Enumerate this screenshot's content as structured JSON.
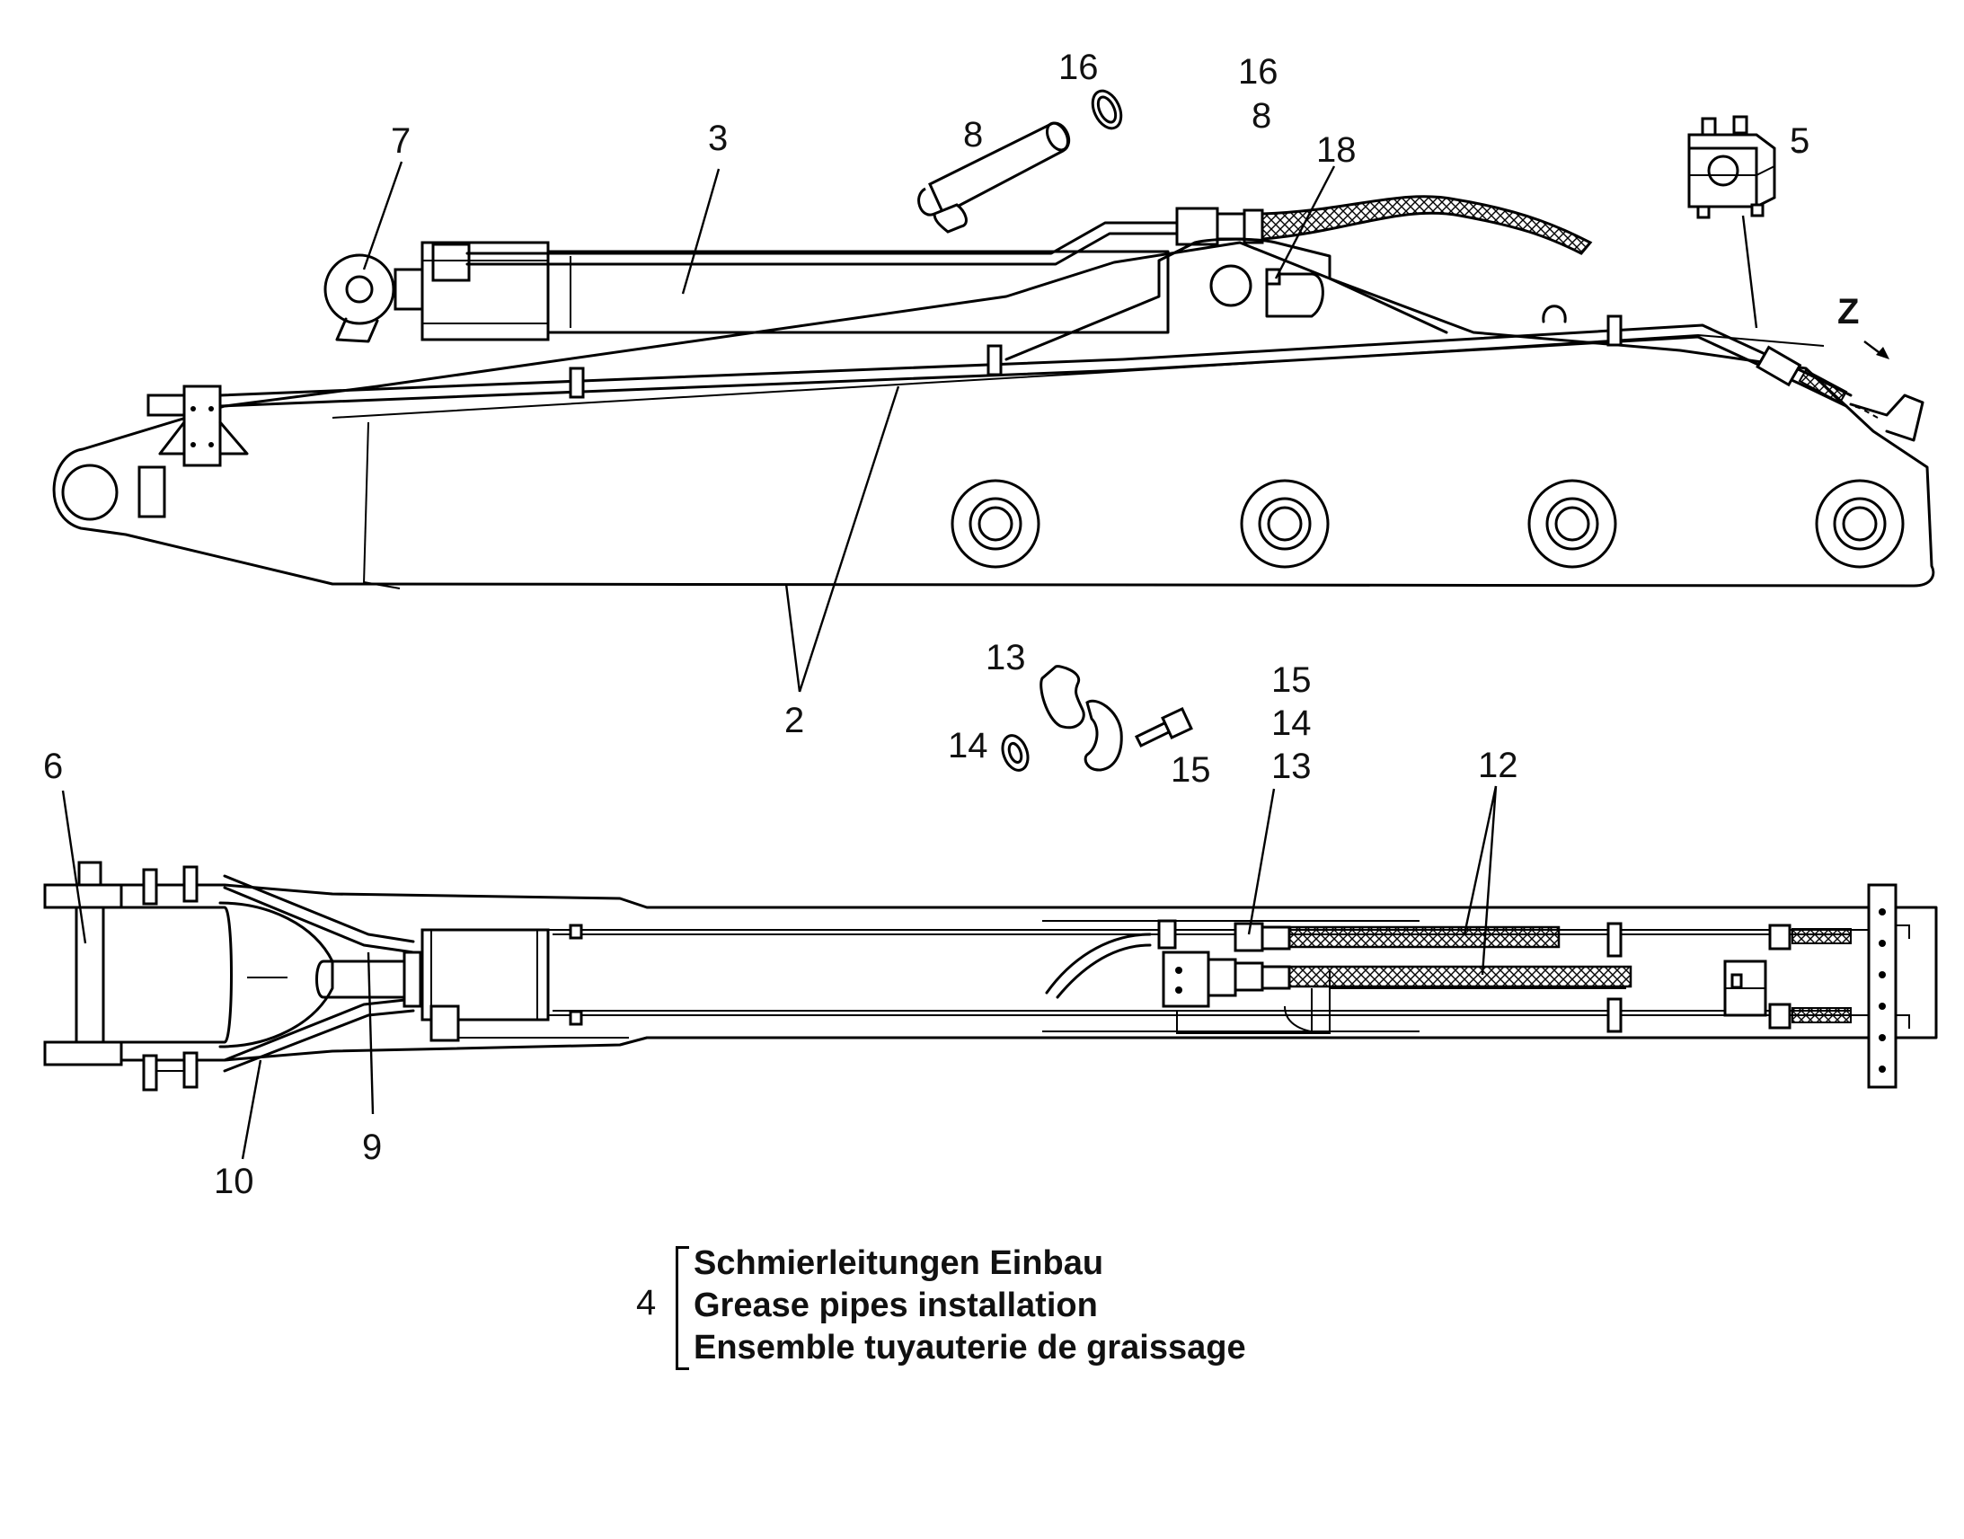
{
  "callouts": {
    "c16a": "16",
    "c16b": "16",
    "c8a": "8",
    "c8b": "8",
    "c7": "7",
    "c3": "3",
    "c18": "18",
    "c5": "5",
    "z_view": "Z",
    "c2": "2",
    "c13a": "13",
    "c14a": "14",
    "c15a": "15",
    "c15b": "15",
    "c14b": "14",
    "c13b": "13",
    "c12": "12",
    "c6": "6",
    "c9": "9",
    "c10": "10"
  },
  "legend": {
    "item_number": "4",
    "lines": [
      "Schmierleitungen Einbau",
      "Grease pipes installation",
      "Ensemble tuyauterie de graissage"
    ]
  },
  "icons": {
    "hose_pattern": "crosshatch",
    "view_arrow": "arrow-down-right"
  }
}
